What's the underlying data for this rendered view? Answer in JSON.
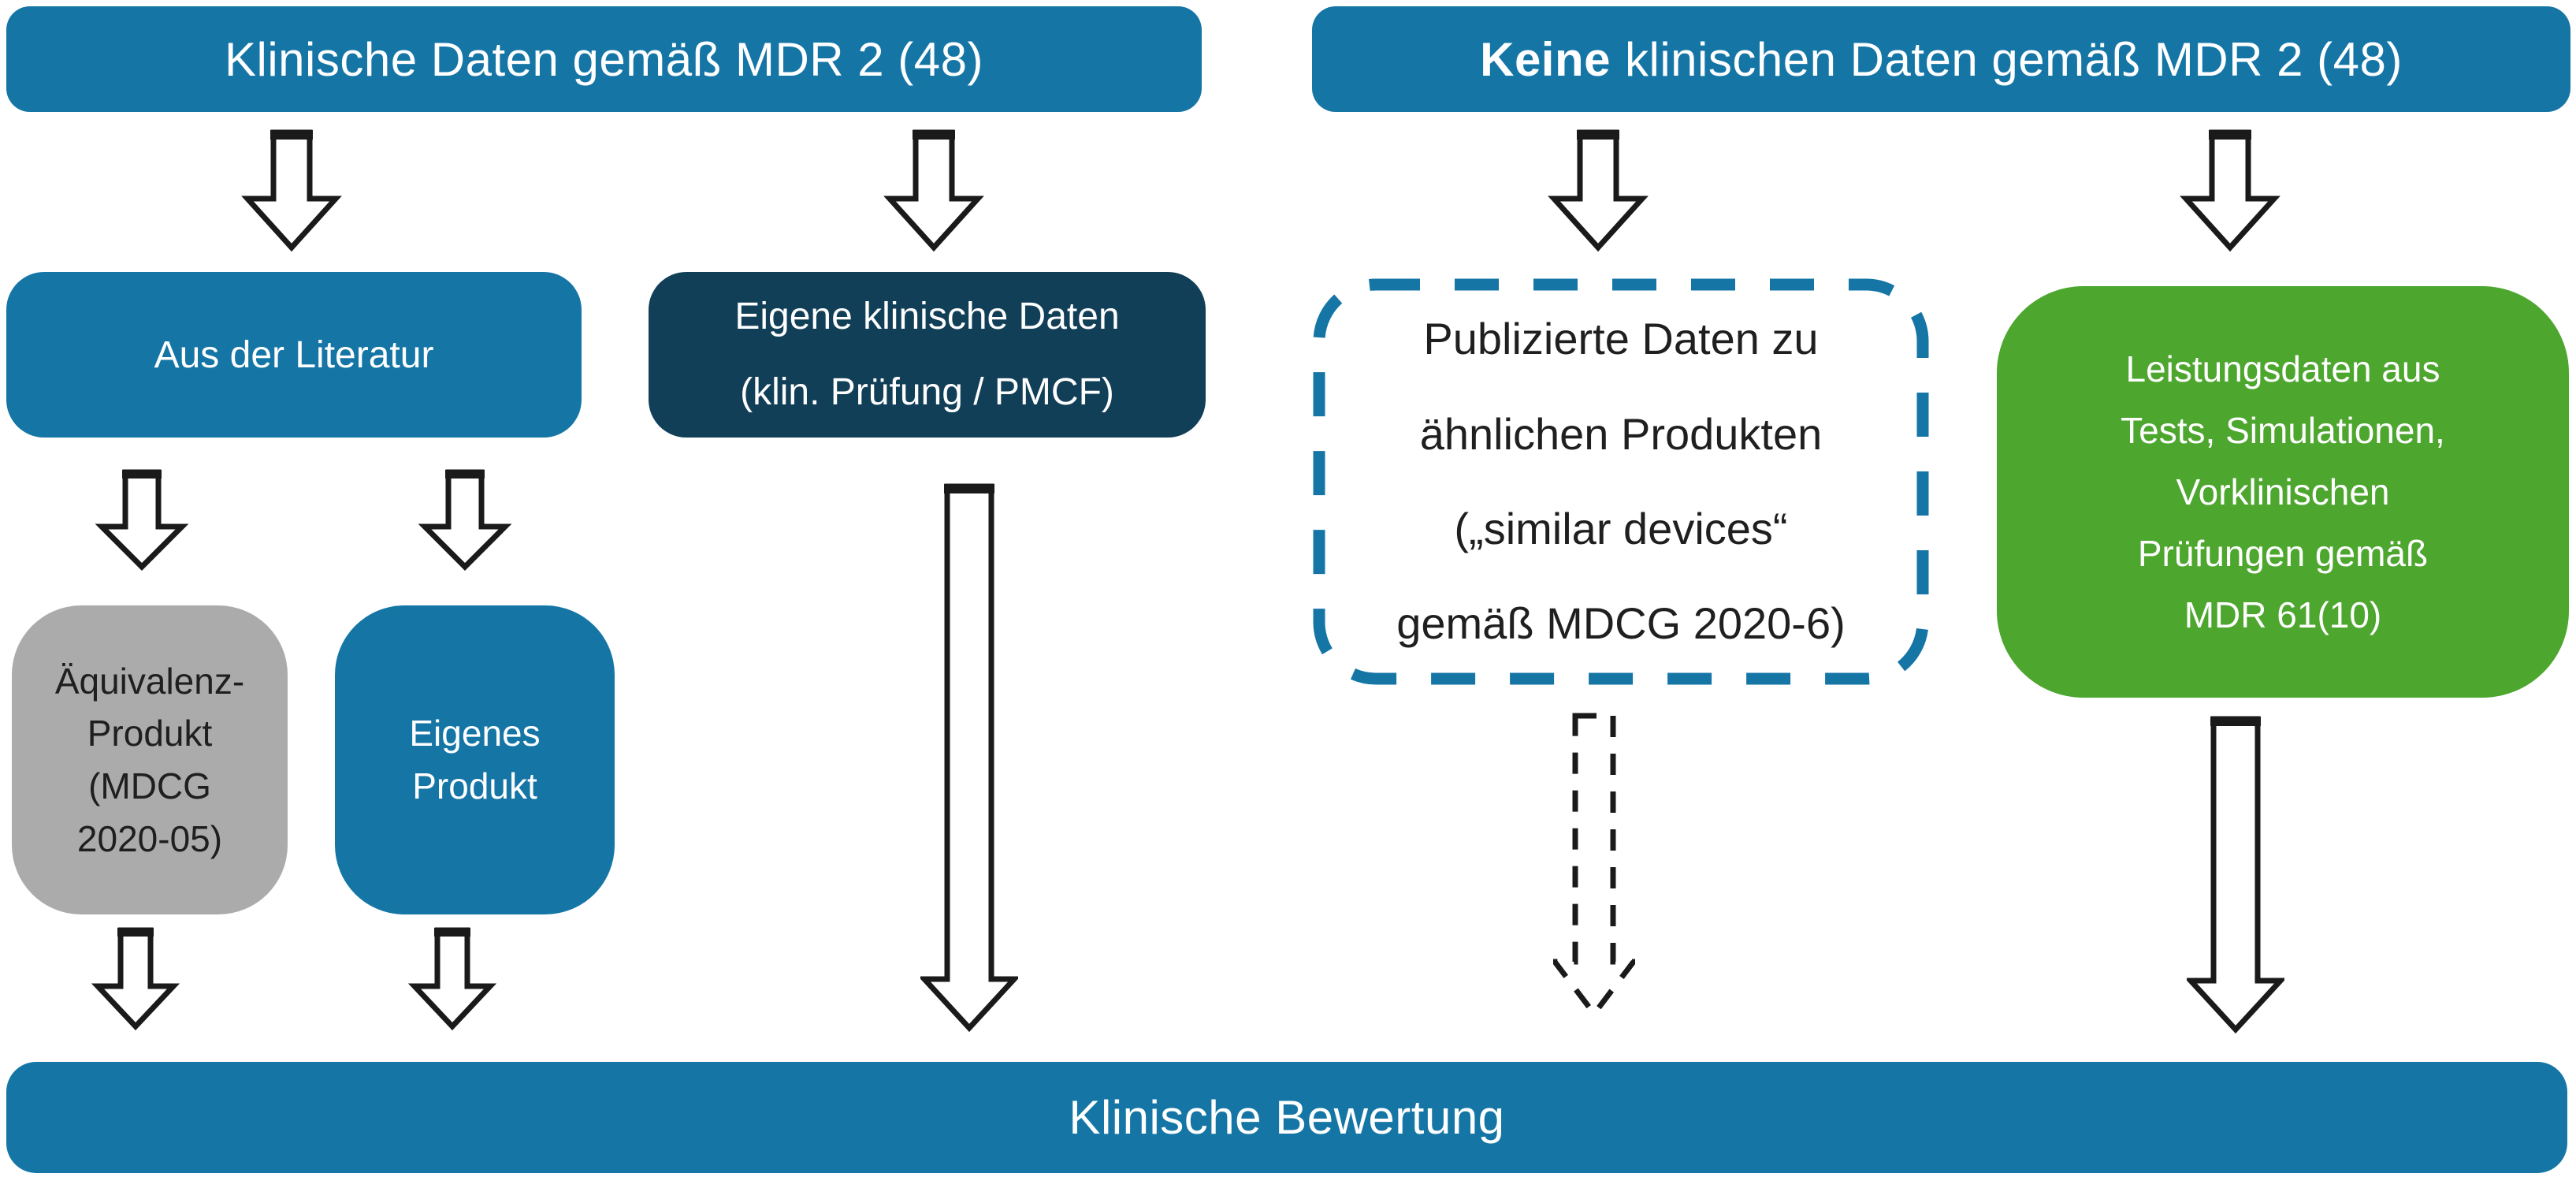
{
  "colors": {
    "blue": "#1576A6",
    "navy": "#123F58",
    "green": "#4DA62E",
    "gray": "#ABABAB",
    "ink": "#1A1A1A",
    "dark_text": "#1F1F1F",
    "white_text": "#FFFFFF",
    "background": "#FFFFFF"
  },
  "headers": {
    "left": "Klinische Daten gemäß MDR 2 (48)",
    "right_bold": "Keine",
    "right_rest": "klinischen Daten gemäß MDR 2 (48)"
  },
  "boxes": {
    "literature": {
      "label": "Aus der Literatur"
    },
    "own_clinical": {
      "lines": [
        "Eigene klinische Daten",
        "(klin. Prüfung / PMCF)"
      ]
    },
    "equivalence": {
      "lines": [
        "Äquivalenz-",
        "Produkt",
        "(MDCG",
        "2020-05)"
      ]
    },
    "own_product": {
      "lines": [
        "Eigenes",
        "Produkt"
      ]
    },
    "published": {
      "lines": [
        "Publizierte Daten zu",
        "ähnlichen Produkten",
        "(„similar devices“",
        "gemäß MDCG 2020-6)"
      ]
    },
    "performance": {
      "lines": [
        "Leistungsdaten aus",
        "Tests, Simulationen,",
        "Vorklinischen",
        "Prüfungen gemäß",
        "MDR 61(10)"
      ]
    }
  },
  "footer": {
    "label": "Klinische Bewertung"
  },
  "icons": {
    "solid_connector": "block-down-arrow",
    "dashed_connector": "dashed-block-down-arrow"
  }
}
